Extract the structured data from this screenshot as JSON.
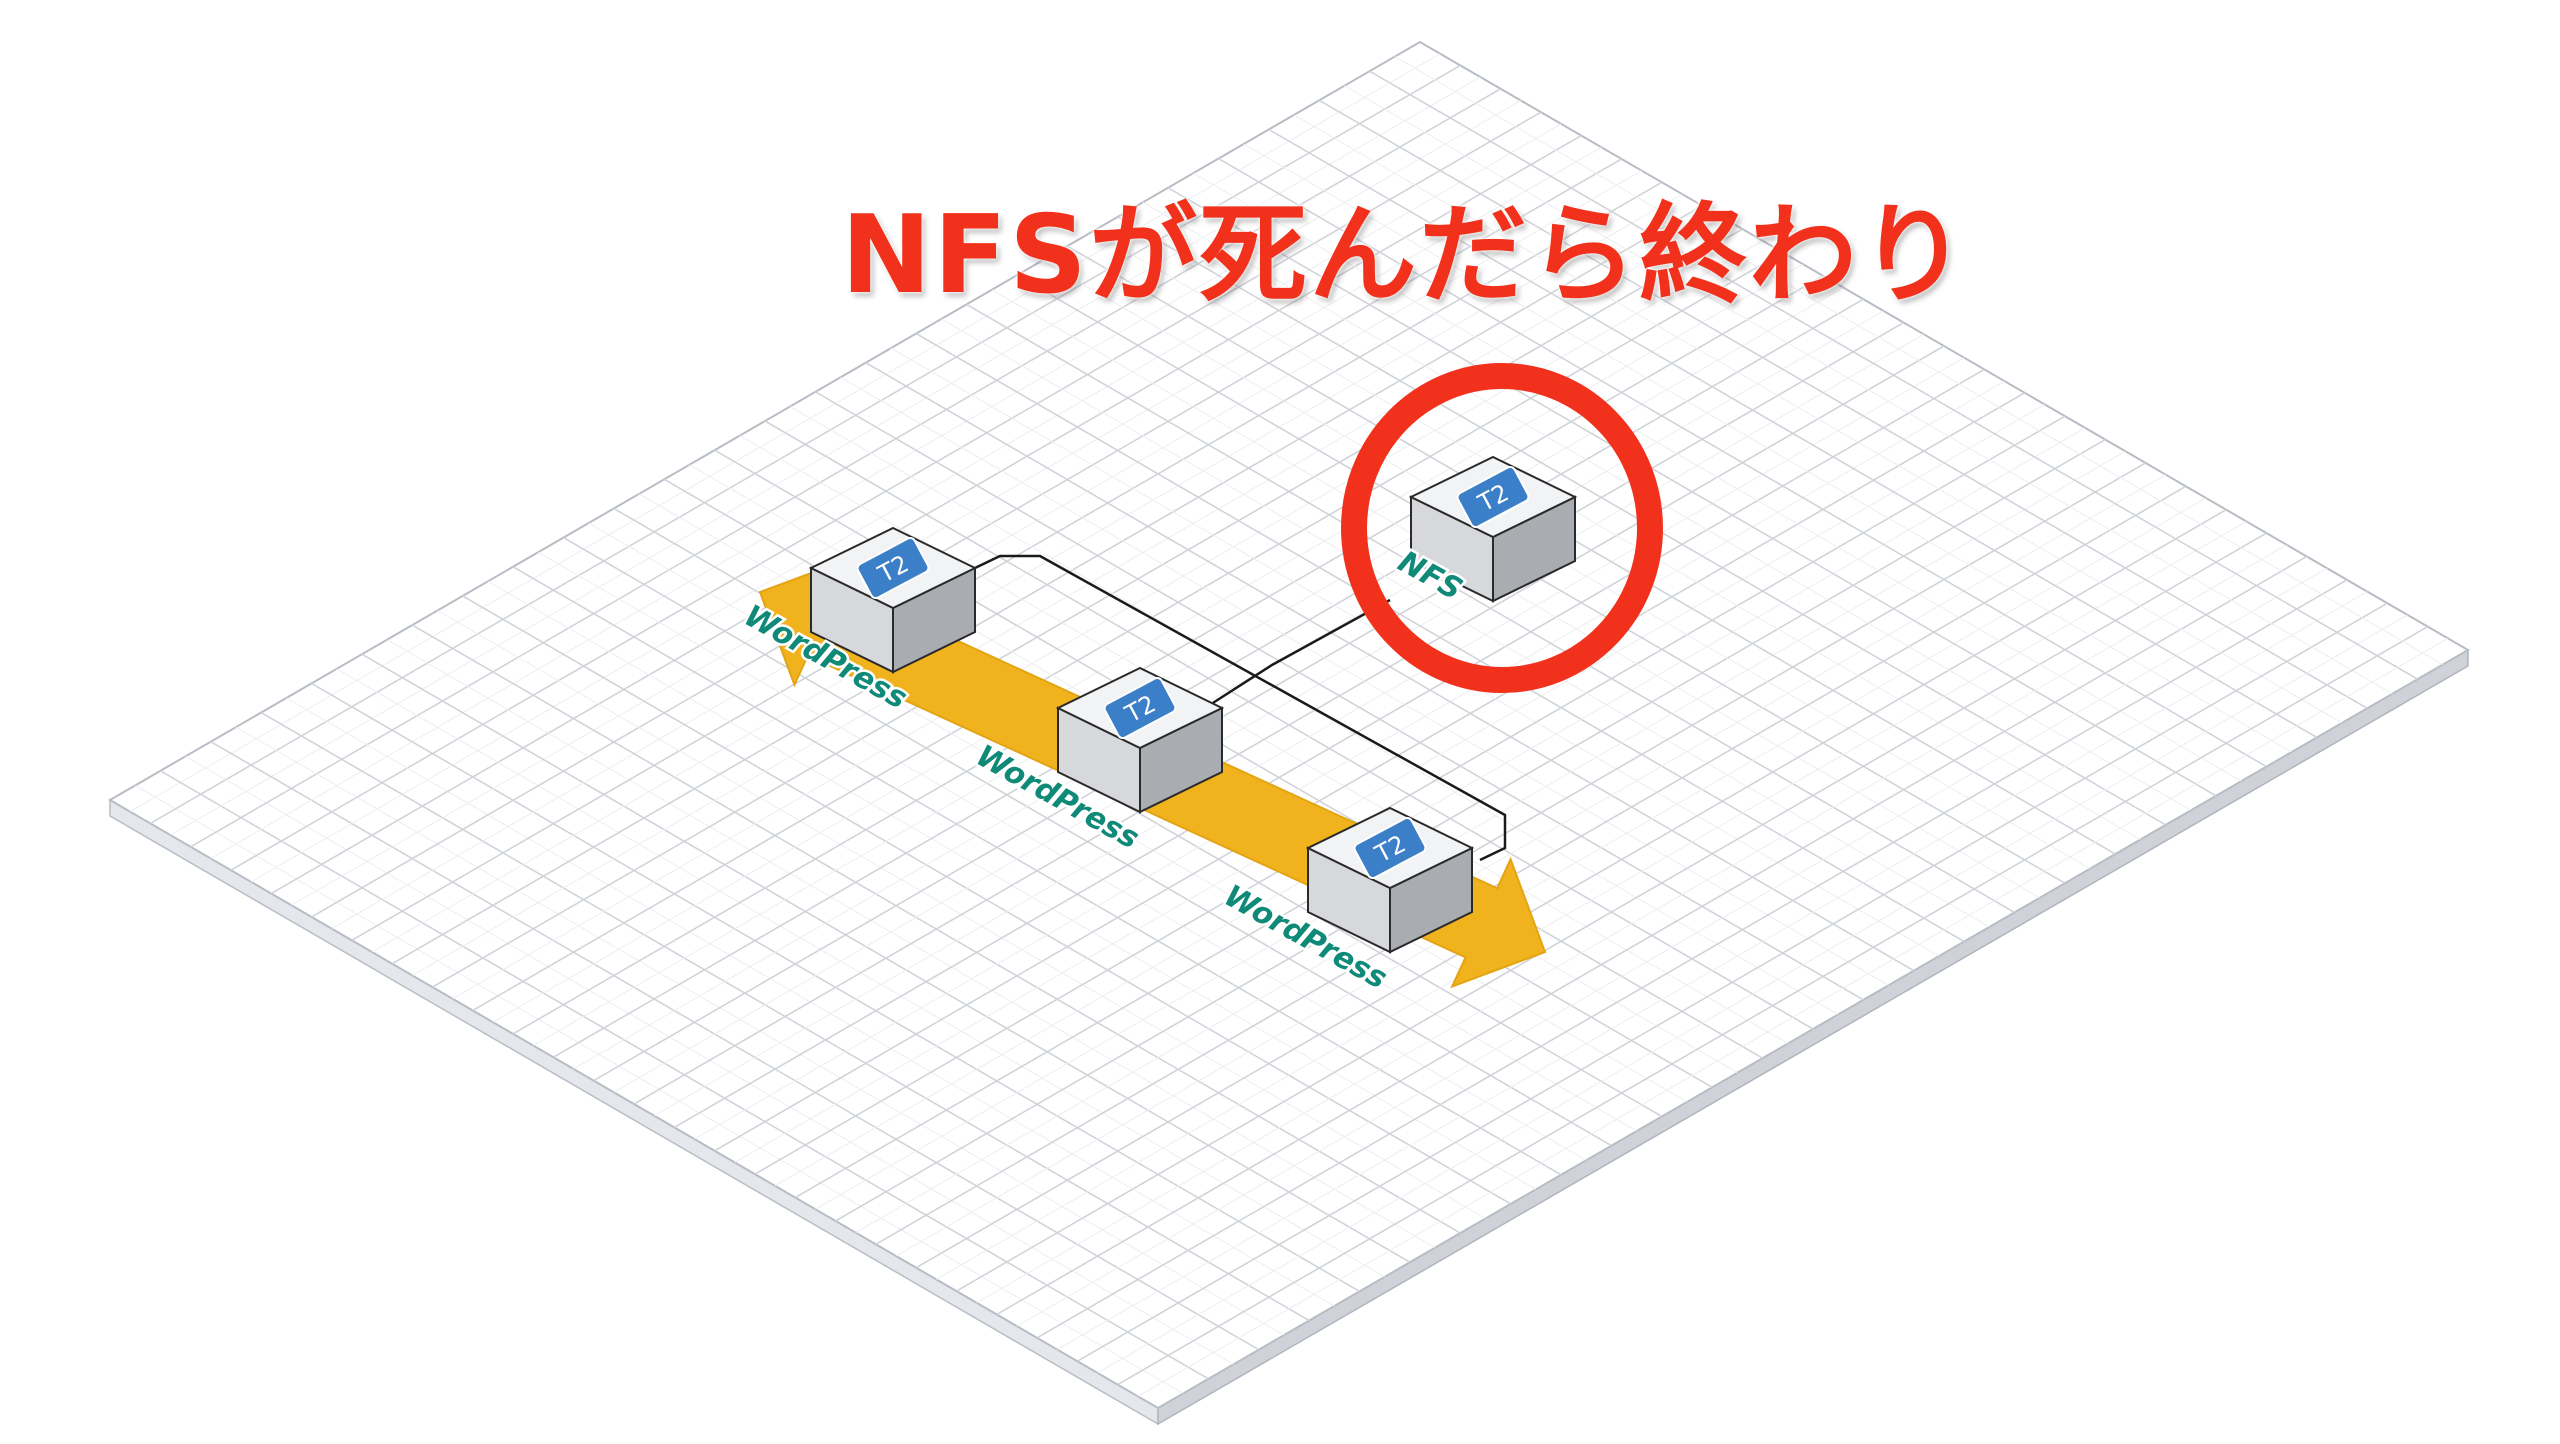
{
  "headline": "NFSが死んだら終わり",
  "colors": {
    "headline": "#f2311c",
    "highlight_ring": "#f2311c",
    "arrow": "#f0b31e",
    "label": "#0f8a78",
    "badge": "#3b7fc8",
    "grid_line": "#d0d4da",
    "floor": "#ffffff"
  },
  "servers": [
    {
      "badge": "T2",
      "label": "WordPress",
      "role": "web"
    },
    {
      "badge": "T2",
      "label": "WordPress",
      "role": "web"
    },
    {
      "badge": "T2",
      "label": "WordPress",
      "role": "web"
    },
    {
      "badge": "T2",
      "label": "NFS",
      "role": "storage"
    }
  ],
  "icons": {
    "server": "server-box-icon",
    "arrow": "double-headed-arrow-icon",
    "highlight": "circle-highlight-icon"
  }
}
